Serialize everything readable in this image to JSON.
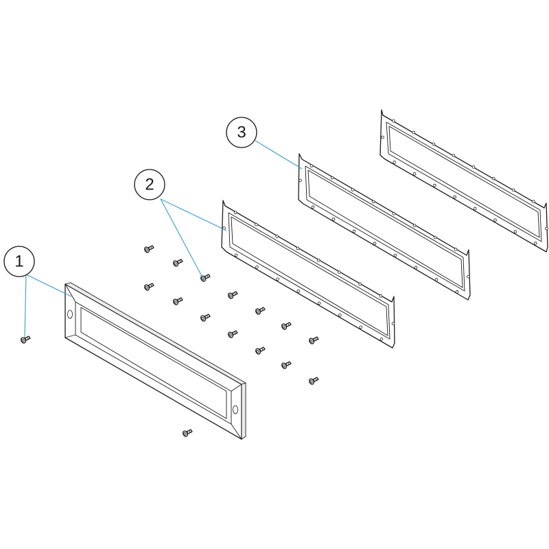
{
  "diagram": {
    "colors": {
      "line": "#1a1a1a",
      "leader": "#3a9cc6",
      "background": "#ffffff"
    },
    "callouts": [
      {
        "id": "1",
        "label": "1"
      },
      {
        "id": "2",
        "label": "2"
      },
      {
        "id": "3",
        "label": "3"
      }
    ]
  }
}
